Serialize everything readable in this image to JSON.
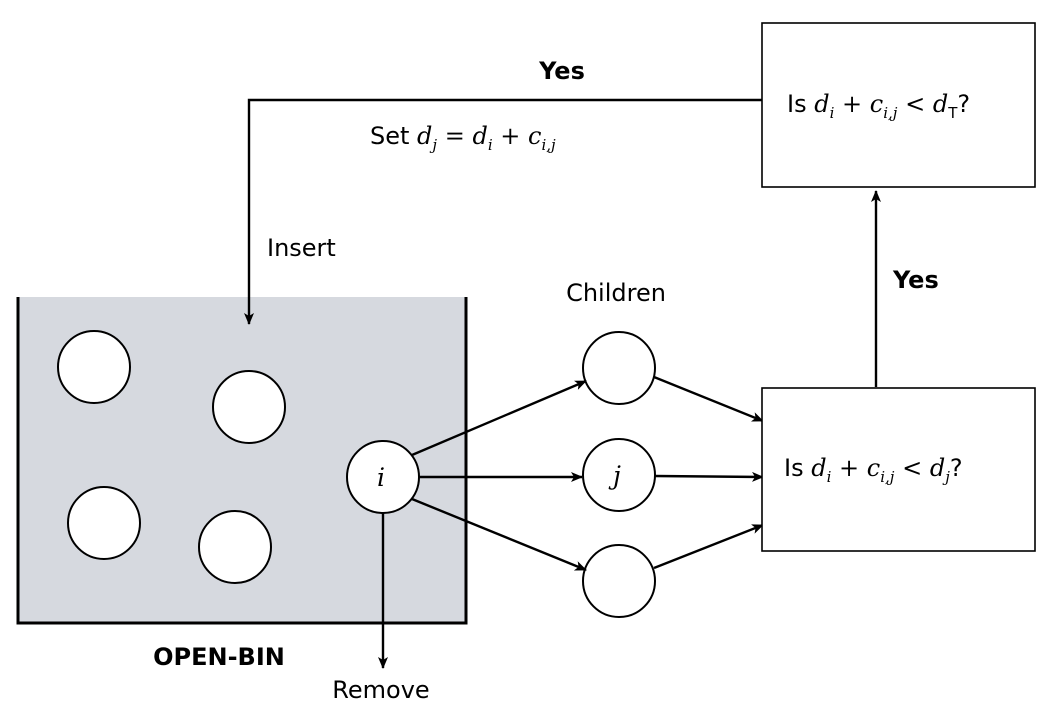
{
  "labels": {
    "yes_top": "Yes",
    "set_prefix": "Set ",
    "insert": "Insert",
    "children": "Children",
    "yes_right": "Yes",
    "bin": "OPEN-BIN",
    "remove": "Remove"
  },
  "boxes": {
    "top_prefix": "Is ",
    "bottom_prefix": "Is "
  },
  "nodes": {
    "i": "i",
    "j": "j"
  },
  "colors": {
    "bin_fill": "#d6d9df",
    "stroke": "#000000",
    "node_fill": "#ffffff"
  }
}
